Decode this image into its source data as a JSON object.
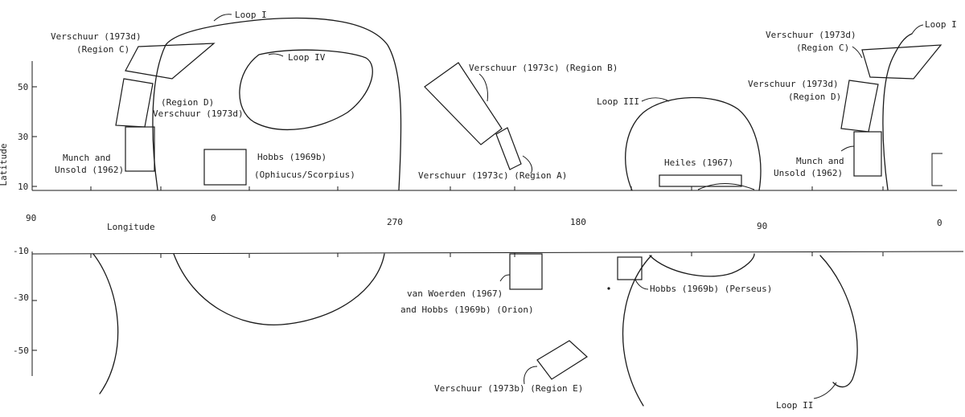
{
  "axes": {
    "y_label": "Latitude",
    "x_label": "Longitude",
    "upper_ticks": [
      "50",
      "30",
      "10"
    ],
    "lower_ticks": [
      "-10",
      "-30",
      "-50"
    ],
    "longitude_ticks": [
      "90",
      "0",
      "270",
      "180",
      "90",
      "0"
    ]
  },
  "labels": {
    "loop1_left": "Loop I",
    "loop1_right": "Loop I",
    "loop2": "Loop II",
    "loop3": "Loop III",
    "loop4": "Loop IV",
    "regC_left_1": "Verschuur (1973d)",
    "regC_left_2": "(Region C)",
    "regD_left_1": "(Region D)",
    "regD_left_2": "Verschuur (1973d)",
    "munch_left_1": "Munch and",
    "munch_left_2": "Unsold (1962)",
    "hobbs_oph_1": "Hobbs (1969b)",
    "hobbs_oph_2": "(Ophiucus/Scorpius)",
    "regB": "Verschuur (1973c) (Region B)",
    "regA": "Verschuur (1973c) (Region A)",
    "heiles": "Heiles (1967)",
    "regC_right_1": "Verschuur (1973d)",
    "regC_right_2": "(Region C)",
    "regD_right_1": "Verschuur (1973d)",
    "regD_right_2": "(Region D)",
    "munch_right_1": "Munch and",
    "munch_right_2": "Unsold (1962)",
    "orion_1": "van Woerden (1967)",
    "orion_2": "and Hobbs (1969b) (Orion)",
    "perseus": "Hobbs (1969b) (Perseus)",
    "regE": "Verschuur (1973b) (Region E)"
  }
}
